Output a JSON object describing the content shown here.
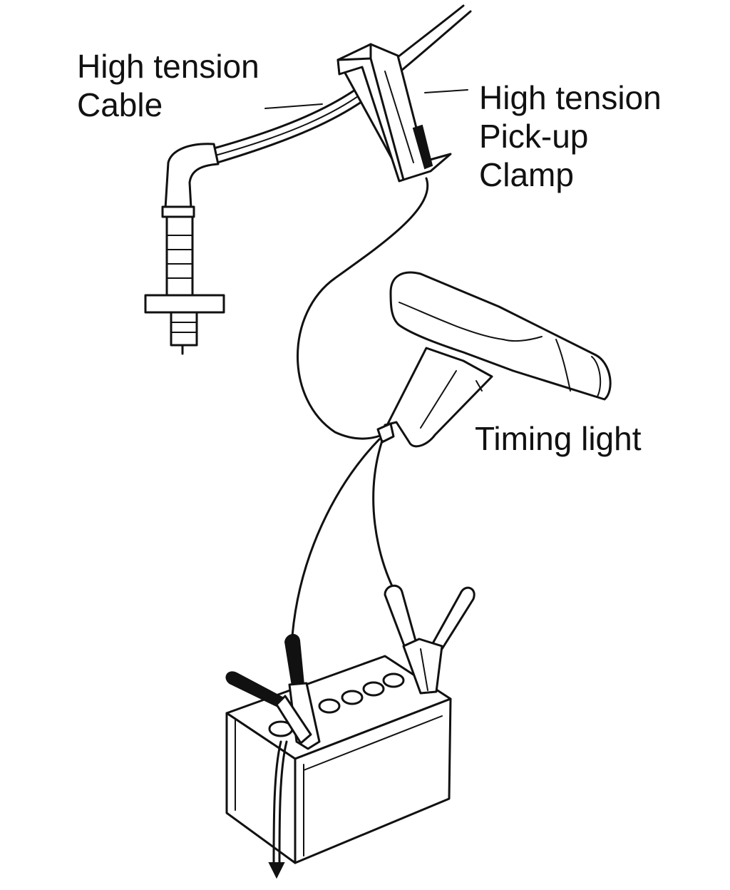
{
  "labels": {
    "cable": {
      "line1": "High tension",
      "line2": "Cable"
    },
    "clamp": {
      "line1": "High tension",
      "line2": "Pick-up",
      "line3": "Clamp"
    },
    "timing_light": "Timing light"
  },
  "colors": {
    "ink": "#111111",
    "background": "#ffffff"
  }
}
